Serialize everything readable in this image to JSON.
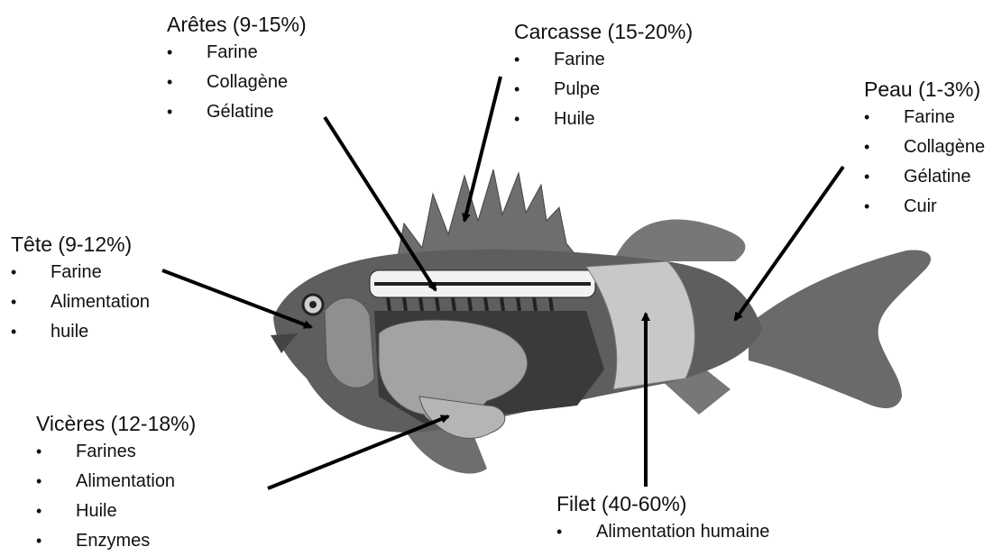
{
  "parts": {
    "aretes": {
      "title": "Arêtes (9-15%)",
      "items": [
        "Farine",
        "Collagène",
        "Gélatine"
      ]
    },
    "carcasse": {
      "title": "Carcasse (15-20%)",
      "items": [
        "Farine",
        "Pulpe",
        "Huile"
      ]
    },
    "peau": {
      "title": "Peau (1-3%)",
      "items": [
        "Farine",
        "Collagène",
        "Gélatine",
        "Cuir"
      ]
    },
    "tete": {
      "title": "Tête (9-12%)",
      "items": [
        "Farine",
        "Alimentation",
        "huile"
      ]
    },
    "viceres": {
      "title": "Vicères (12-18%)",
      "items": [
        "Farines",
        "Alimentation",
        "Huile",
        "Enzymes"
      ]
    },
    "filet": {
      "title": "Filet (40-60%)",
      "items": [
        "Alimentation humaine"
      ]
    }
  },
  "bullet": "•",
  "colors": {
    "fish_body": "#5e5e5e",
    "fillet": "#c8c8c8",
    "organs": "#9a9a9a",
    "arrow": "#000000"
  }
}
